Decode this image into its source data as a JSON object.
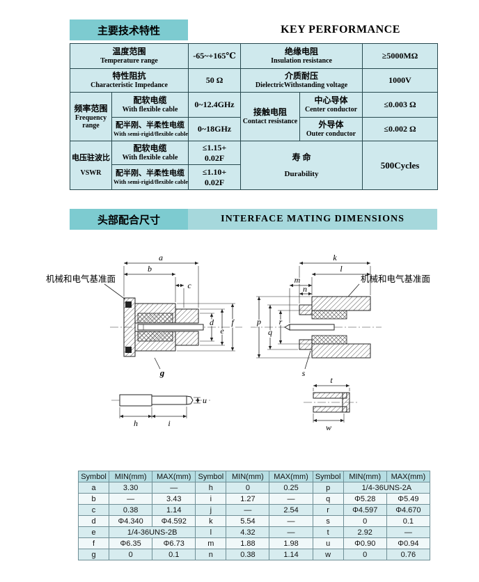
{
  "colors": {
    "teal_box": "#7dcbd0",
    "teal_bar": "#a6d8dc",
    "table_bg": "#cfe9ed",
    "dim_header_bg": "#b7dee3"
  },
  "key_performance": {
    "title_cn": "主要技术特性",
    "title_en": "KEY PERFORMANCE",
    "temperature": {
      "cn": "温度范围",
      "en": "Temperature range",
      "value": "-65~+165℃"
    },
    "insulation": {
      "cn": "绝缘电阻",
      "en": "Insulation resistance",
      "value": "≥5000MΩ"
    },
    "impedance": {
      "cn": "特性阻抗",
      "en": "Characteristic Impedance",
      "value": "50 Ω"
    },
    "dielectric": {
      "cn": "介质耐压",
      "en": "DielectricWithstanding voltage",
      "value": "1000V"
    },
    "frequency": {
      "cn": "频率范围",
      "en": "Frequency range"
    },
    "freq_flexible": {
      "cn": "配软电缆",
      "en": "With flexible cable",
      "value": "0~12.4GHz"
    },
    "freq_semirigid": {
      "cn": "配半刚、半柔性电缆",
      "en": "With semi-rigid/flexible cable",
      "value": "0~18GHz"
    },
    "contact": {
      "cn": "接触电阻",
      "en": "Contact resistance"
    },
    "contact_center": {
      "cn": "中心导体",
      "en": "Center conductor",
      "value": "≤0.003 Ω"
    },
    "contact_outer": {
      "cn": "外导体",
      "en": "Outer conductor",
      "value": "≤0.002 Ω"
    },
    "vswr": {
      "cn": "电压驻波比",
      "en": "VSWR"
    },
    "vswr_flexible": {
      "cn": "配软电缆",
      "en": "With flexible cable",
      "value1": "≤1.15+",
      "value2": "0.02F"
    },
    "vswr_semirigid": {
      "cn": "配半刚、半柔性电缆",
      "en": "With semi-rigid/flexible cable",
      "value1": "≤1.10+",
      "value2": "0.02F"
    },
    "durability": {
      "cn": "寿  命",
      "en": "Durability",
      "value": "500Cycles"
    }
  },
  "interface_section": {
    "title_cn": "头部配合尺寸",
    "title_en": "INTERFACE MATING DIMENSIONS"
  },
  "drawings": {
    "left": {
      "datum": "机械和电气基准面",
      "a": "a",
      "b": "b",
      "c": "c",
      "d": "d",
      "e": "e",
      "f": "f",
      "g": "g",
      "h": "h",
      "i": "i",
      "u": "u"
    },
    "right": {
      "datum": "机械和电气基准面",
      "k": "k",
      "l": "l",
      "m": "m",
      "n": "n",
      "p": "p",
      "q": "q",
      "r": "r",
      "s": "s",
      "t": "t",
      "w": "w"
    }
  },
  "dim_table": {
    "headers": [
      "Symbol",
      "MIN(mm)",
      "MAX(mm)",
      "Symbol",
      "MIN(mm)",
      "MAX(mm)",
      "Symbol",
      "MIN(mm)",
      "MAX(mm)"
    ],
    "rows": [
      [
        "a",
        "3.30",
        "—",
        "h",
        "0",
        "0.25",
        "p",
        "1/4-36UNS-2A"
      ],
      [
        "b",
        "—",
        "3.43",
        "i",
        "1.27",
        "—",
        "q",
        "Φ5.28",
        "Φ5.49"
      ],
      [
        "c",
        "0.38",
        "1.14",
        "j",
        "—",
        "2.54",
        "r",
        "Φ4.597",
        "Φ4.670"
      ],
      [
        "d",
        "Φ4.340",
        "Φ4.592",
        "k",
        "5.54",
        "—",
        "s",
        "0",
        "0.1"
      ],
      [
        "e",
        "1/4-36UNS-2B",
        "l",
        "4.32",
        "—",
        "t",
        "2.92",
        "—"
      ],
      [
        "f",
        "Φ6.35",
        "Φ6.73",
        "m",
        "1.88",
        "1.98",
        "u",
        "Φ0.90",
        "Φ0.94"
      ],
      [
        "g",
        "0",
        "0.1",
        "n",
        "0.38",
        "1.14",
        "w",
        "0",
        "0.76"
      ]
    ]
  }
}
